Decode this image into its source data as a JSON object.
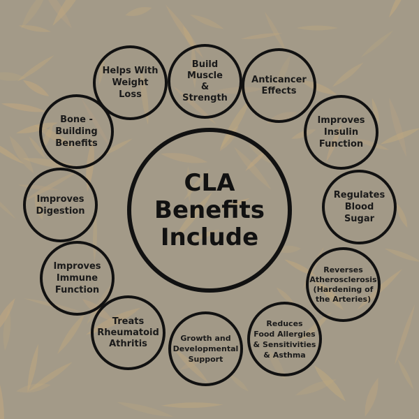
{
  "center": {
    "title": "CLA\nBenefits\nInclude"
  },
  "benefits": [
    {
      "id": "build-muscle",
      "label": "Build Muscle\n&\nStrength"
    },
    {
      "id": "anticancer",
      "label": "Anticancer\nEffects"
    },
    {
      "id": "insulin",
      "label": "Improves\nInsulin\nFunction"
    },
    {
      "id": "blood-sugar",
      "label": "Regulates\nBlood\nSugar"
    },
    {
      "id": "atherosclerosis",
      "label": "Reverses\nAtherosclerosis\n(Hardening of\nthe Arteries)"
    },
    {
      "id": "allergies",
      "label": "Reduces\nFood Allergies\n& Sensitivities\n& Asthma"
    },
    {
      "id": "growth",
      "label": "Growth and\nDevelopmental\nSupport"
    },
    {
      "id": "rheumatoid",
      "label": "Treats\nRheumatoid\nAthritis"
    },
    {
      "id": "immune",
      "label": "Improves\nImmune\nFunction"
    },
    {
      "id": "digestion",
      "label": "Improves\nDigestion"
    },
    {
      "id": "bone",
      "label": "Bone -\nBuilding\nBenefits"
    },
    {
      "id": "weight-loss",
      "label": "Helps With\nWeight Loss"
    }
  ],
  "colors": {
    "background": "#a39a88",
    "stroke": "#111111",
    "leaf": "#c2a97e"
  }
}
